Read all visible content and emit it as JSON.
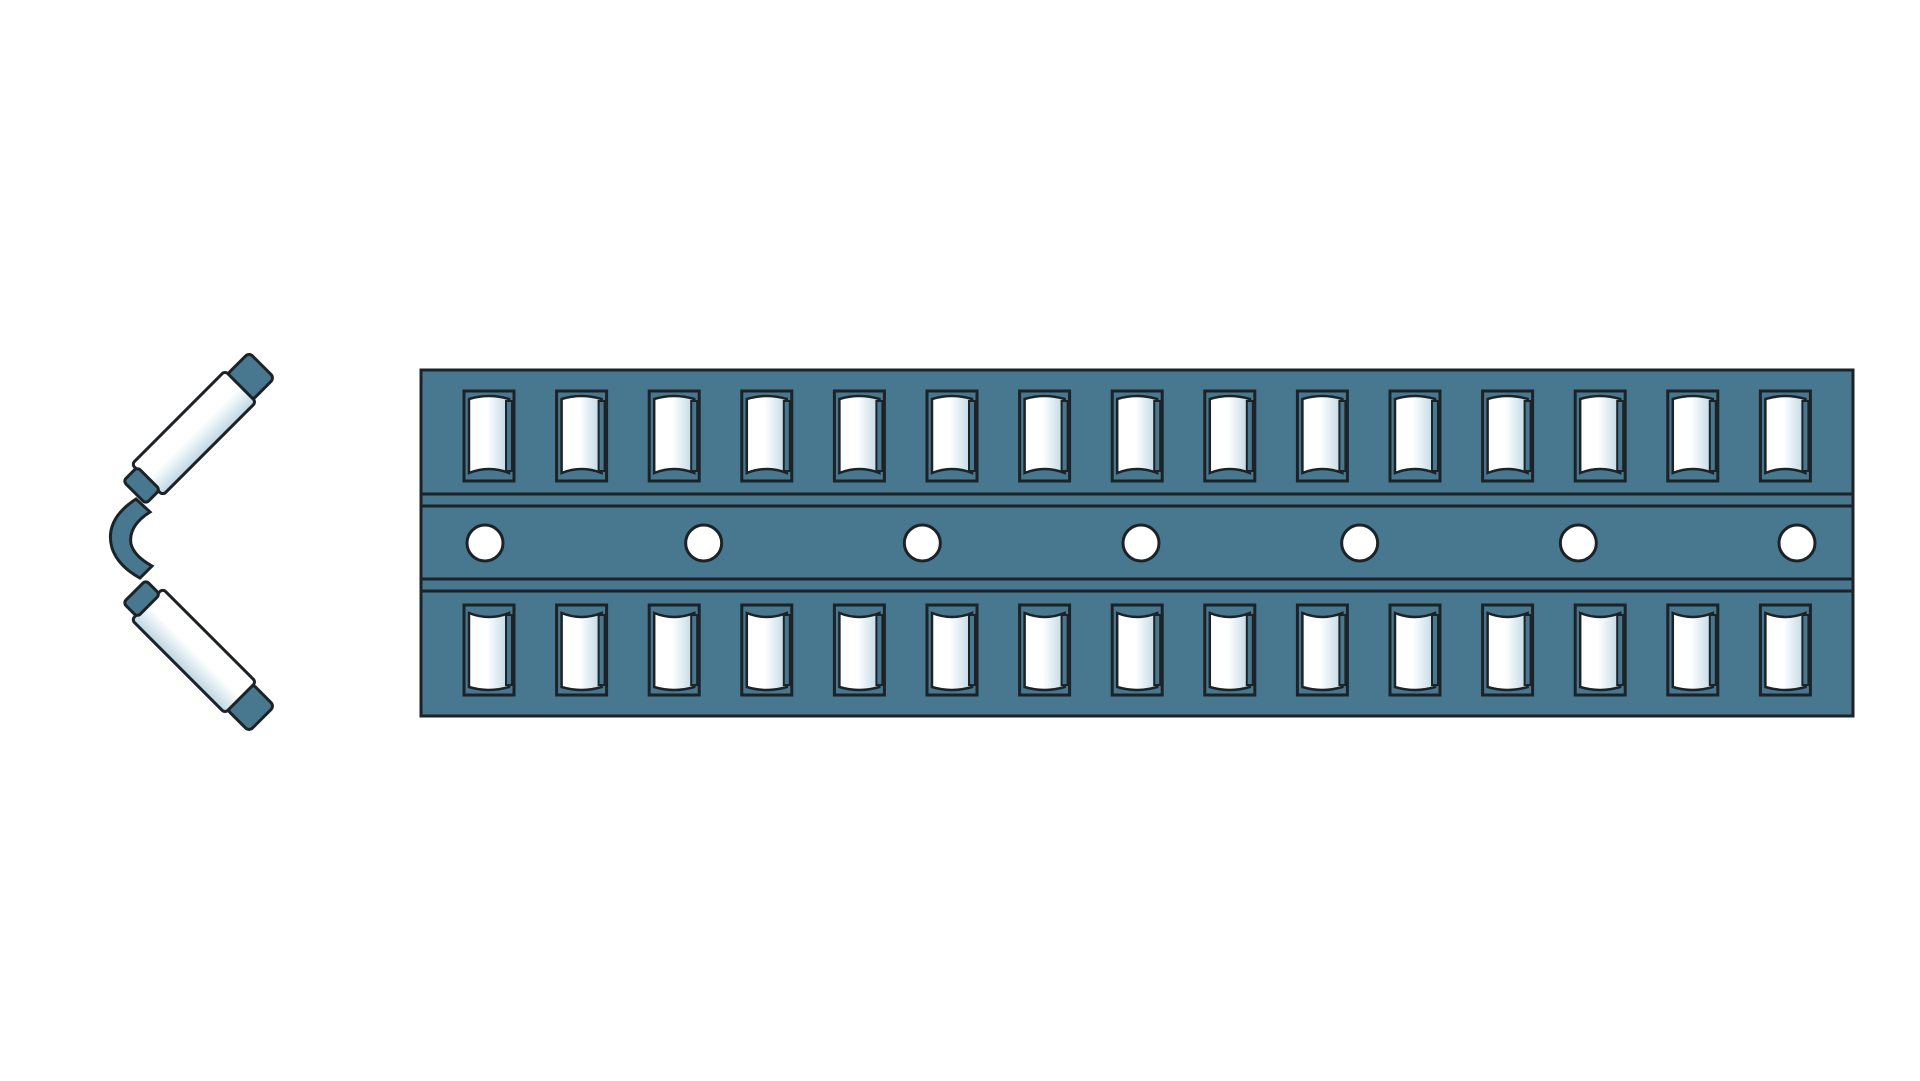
{
  "diagram": {
    "colors": {
      "background": "#ffffff",
      "rail_fill": "#47788f",
      "outline": "#1c2226",
      "roller_light": "#ffffff",
      "roller_shade": "#c9dde8",
      "hole_fill": "#ffffff"
    },
    "side_view": {
      "name": "angled-roller-section",
      "angle_degrees": 90
    },
    "rail": {
      "name": "double-roller-rail",
      "upper_row_roller_count": 15,
      "lower_row_roller_count": 15,
      "center_hole_count": 7
    }
  }
}
